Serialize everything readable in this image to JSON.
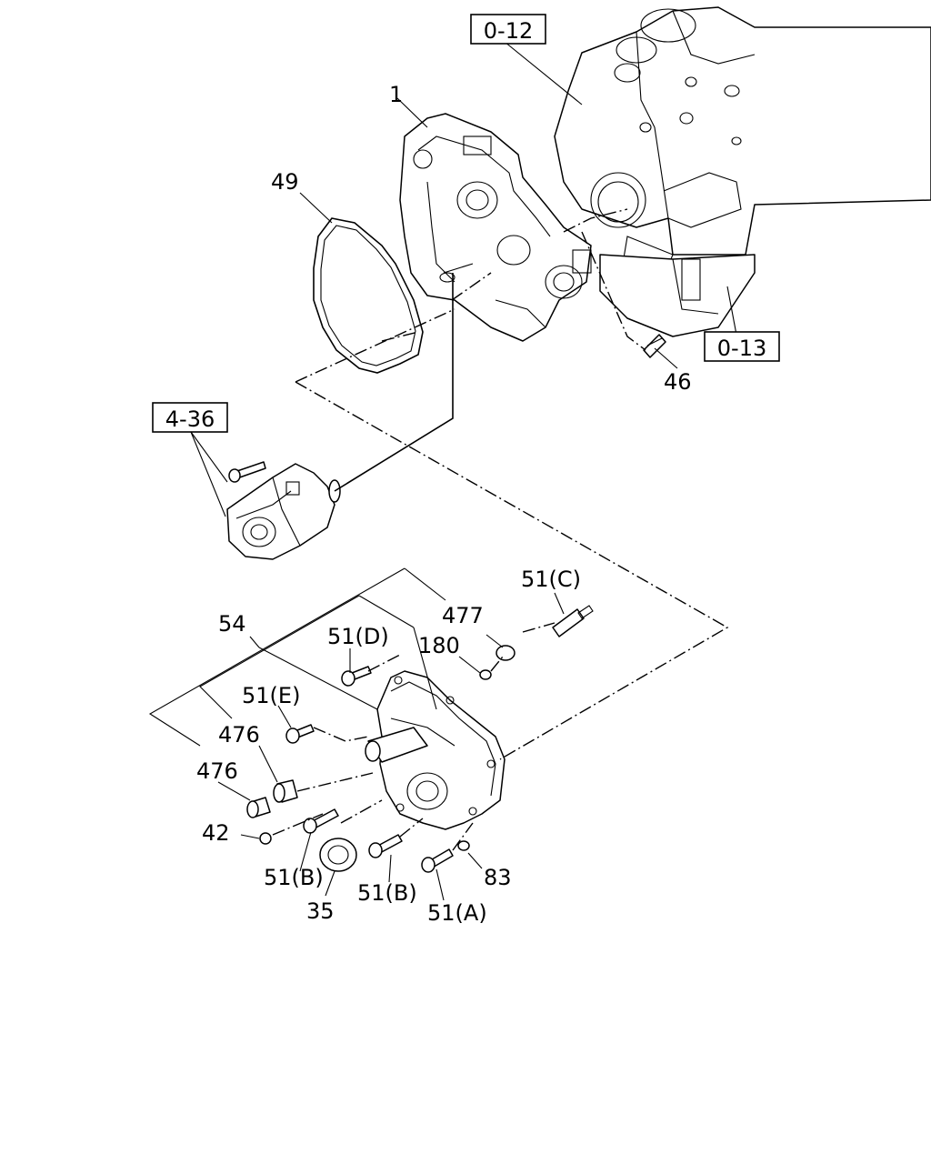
{
  "refs": [
    {
      "text": "0-12"
    },
    {
      "text": "0-13"
    },
    {
      "text": "4-36"
    }
  ],
  "labels": [
    "1",
    "49",
    "46",
    "51(C)",
    "477",
    "54",
    "51(D)",
    "180",
    "51(E)",
    "476",
    "476",
    "42",
    "51(B)",
    "83",
    "51(B)",
    "35",
    "51(A)"
  ]
}
